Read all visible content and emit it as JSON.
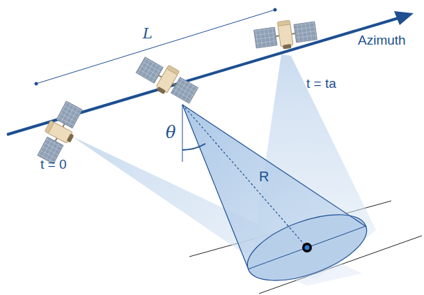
{
  "diagram": {
    "labels": [
      "L",
      "Azimuth",
      "t = 0",
      "t = ta",
      "θ",
      "R"
    ]
  }
}
